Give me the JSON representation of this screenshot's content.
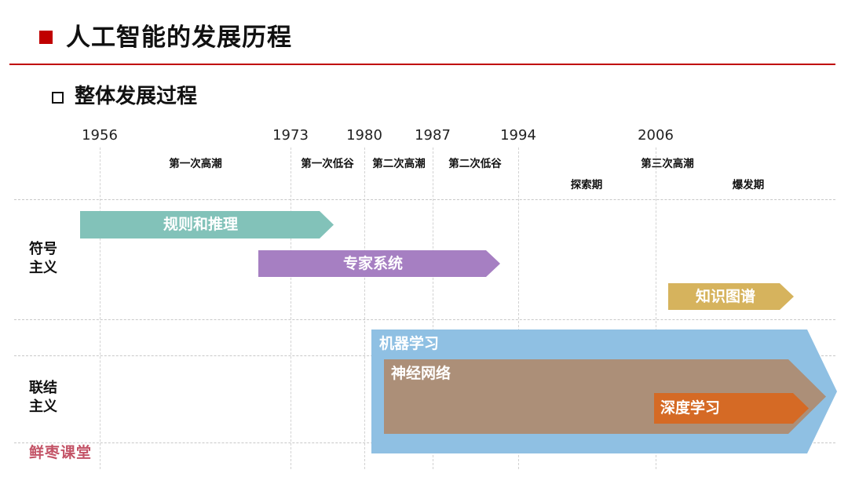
{
  "header": {
    "title": "人工智能的发展历程",
    "section_title": "整体发展过程",
    "accent_color": "#c00000"
  },
  "timeline": {
    "years": [
      "1956",
      "1973",
      "1980",
      "1987",
      "1994",
      "2006"
    ],
    "phases": [
      "第一次高潮",
      "第一次低谷",
      "第二次高潮",
      "第二次低谷",
      "第三次高潮"
    ],
    "subphases": [
      "探索期",
      "爆发期"
    ]
  },
  "rows": {
    "symbolism": {
      "line1": "符号",
      "line2": "主义"
    },
    "connectionism": {
      "line1": "联结",
      "line2": "主义"
    }
  },
  "arrows": {
    "rules_reasoning": {
      "label": "规则和推理",
      "color": "#82c2b9"
    },
    "expert_systems": {
      "label": "专家系统",
      "color": "#a67fc2"
    },
    "knowledge_graph": {
      "label": "知识图谱",
      "color": "#d6b35d"
    },
    "machine_learning": {
      "label": "机器学习",
      "color": "#8fc0e3"
    },
    "neural_networks": {
      "label": "神经网络",
      "color": "#ac8f78"
    },
    "deep_learning": {
      "label": "深度学习",
      "color": "#d56a25"
    }
  },
  "watermark": {
    "text": "鲜枣课堂",
    "color": "#c35366"
  }
}
